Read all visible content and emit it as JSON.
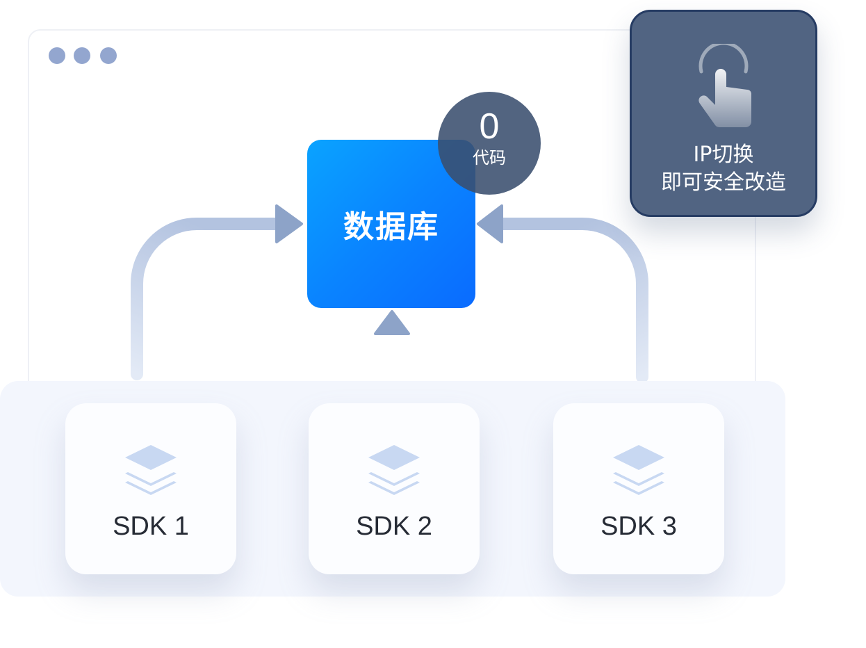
{
  "database": {
    "label": "数据库"
  },
  "badge": {
    "value": "0",
    "caption": "代码"
  },
  "ip_card": {
    "line1": "IP切换",
    "line2": "即可安全改造"
  },
  "sdks": [
    {
      "label": "SDK 1"
    },
    {
      "label": "SDK 2"
    },
    {
      "label": "SDK 3"
    }
  ],
  "colors": {
    "database_start": "#0aa3ff",
    "database_end": "#0a6bff",
    "badge_bg": "#3a4e6e",
    "card_bg": "#516482",
    "arrow_head": "#8da3c8",
    "dots": "#93a6cf",
    "tray_bg": "#f3f6fd"
  },
  "icons": {
    "hand": "tap-hand-icon",
    "sdk": "layers-icon"
  }
}
